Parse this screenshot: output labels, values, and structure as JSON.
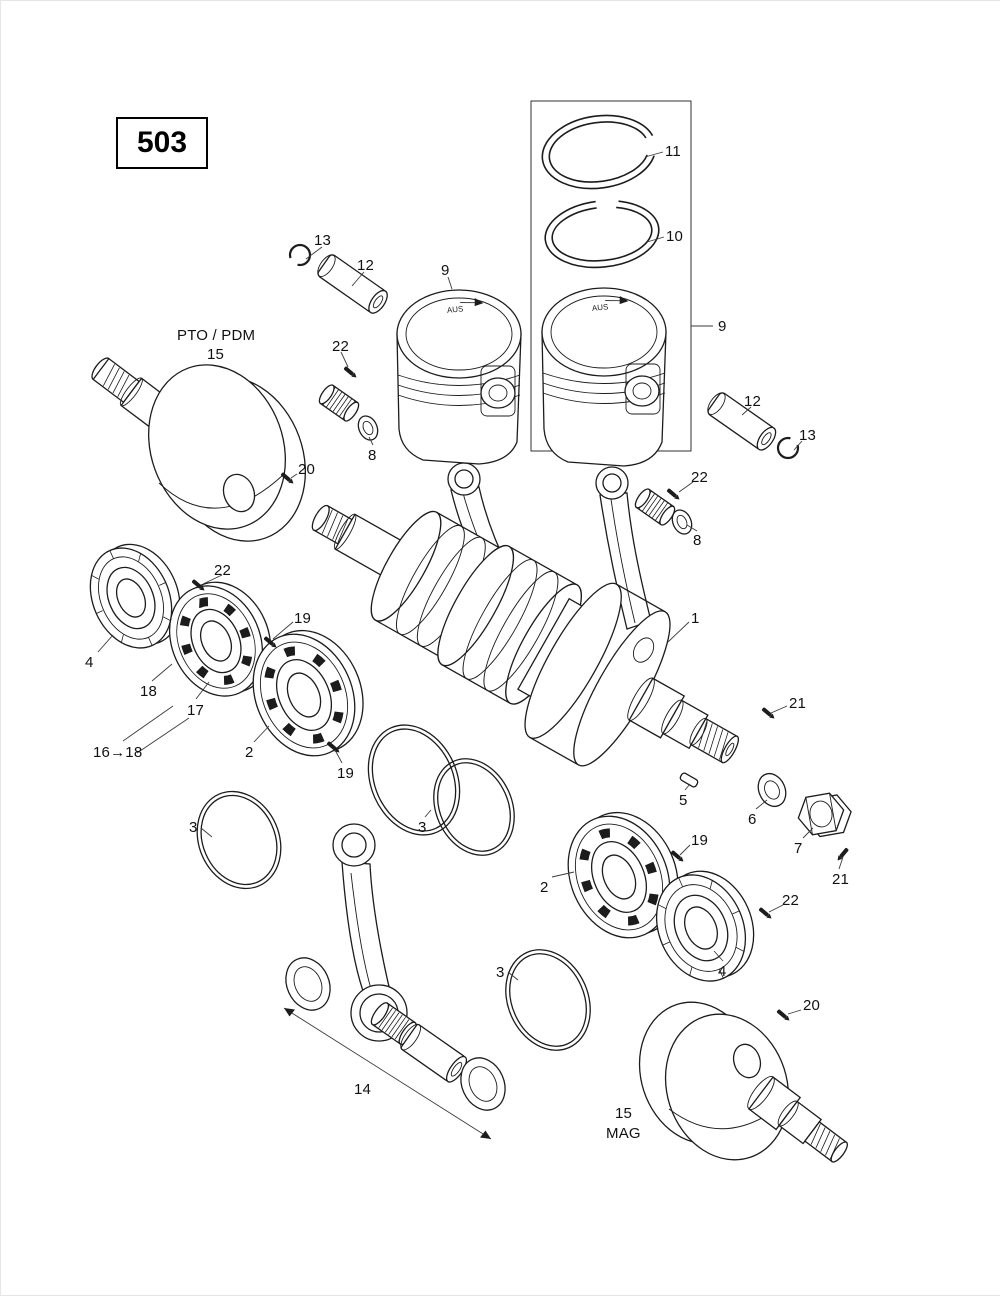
{
  "page": {
    "model_badge": "503"
  },
  "markings": {
    "piston": "AUS"
  },
  "colors": {
    "line": "#1c1c1c",
    "background": "#ffffff"
  },
  "labels": [
    {
      "text": "11"
    },
    {
      "text": "10"
    },
    {
      "text": "9"
    },
    {
      "text": "13"
    },
    {
      "text": "12"
    },
    {
      "text": "9"
    },
    {
      "text": "PTO / PDM"
    },
    {
      "text": "15"
    },
    {
      "text": "22"
    },
    {
      "text": "8"
    },
    {
      "text": "12"
    },
    {
      "text": "13"
    },
    {
      "text": "22"
    },
    {
      "text": "8"
    },
    {
      "text": "20"
    },
    {
      "text": "22"
    },
    {
      "text": "19"
    },
    {
      "text": "4"
    },
    {
      "text": "18"
    },
    {
      "text": "17"
    },
    {
      "text": "16→18"
    },
    {
      "text": "2"
    },
    {
      "text": "19"
    },
    {
      "text": "1"
    },
    {
      "text": "21"
    },
    {
      "text": "5"
    },
    {
      "text": "6"
    },
    {
      "text": "7"
    },
    {
      "text": "21"
    },
    {
      "text": "3"
    },
    {
      "text": "3"
    },
    {
      "text": "2"
    },
    {
      "text": "19"
    },
    {
      "text": "22"
    },
    {
      "text": "4"
    },
    {
      "text": "3"
    },
    {
      "text": "20"
    },
    {
      "text": "14"
    },
    {
      "text": "15"
    },
    {
      "text": "MAG"
    }
  ]
}
